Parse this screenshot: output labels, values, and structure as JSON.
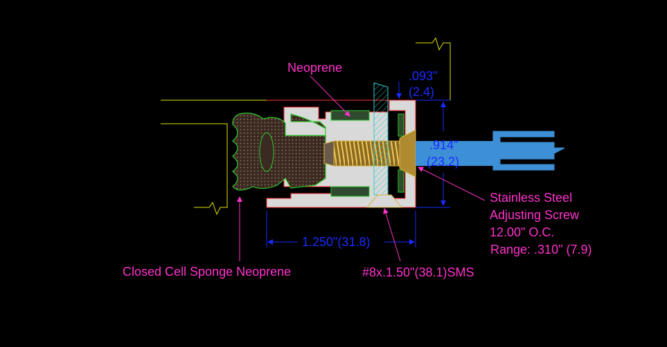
{
  "labels": {
    "neoprene": "Neoprene",
    "closed_cell": "Closed Cell Sponge Neoprene",
    "sms": "#8x.1.50\"(38.1)SMS",
    "steel_line1": "Stainless Steel",
    "steel_line2": "Adjusting Screw",
    "steel_line3": "12.00\" O.C.",
    "steel_line4": "Range: .310\" (7.9)"
  },
  "dimensions": {
    "gap_in": ".093\"",
    "gap_mm": "(2.4)",
    "height_in": ".914\"",
    "height_mm": "(23.2)",
    "width": "1.250\"(31.8)"
  },
  "colors": {
    "background": "#000000",
    "annotation": "#ff33cc",
    "dimension": "#1a2bff",
    "extrusion_fill": "#d9d9d9",
    "extrusion_edge": "#ff3333",
    "gasket_fill": "#3a2a22",
    "gasket_edge": "#2ecc2e",
    "break_line": "#e6e600",
    "screw": "#d8b040",
    "panel": "#3d8fd6",
    "hatch": "#33cccc"
  }
}
